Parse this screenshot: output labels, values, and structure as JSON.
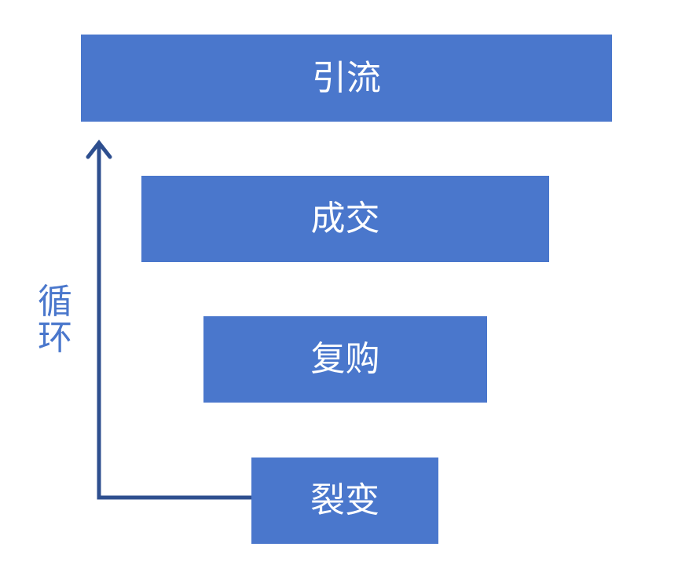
{
  "funnel": {
    "steps": [
      {
        "label": "引流"
      },
      {
        "label": "成交"
      },
      {
        "label": "复购"
      },
      {
        "label": "裂变"
      }
    ]
  },
  "cycle": {
    "label_chars": [
      "循",
      "环"
    ]
  },
  "colors": {
    "box_fill": "#4a77cc",
    "box_text": "#ffffff",
    "arrow": "#2e4f8f",
    "label": "#4a77cc"
  }
}
